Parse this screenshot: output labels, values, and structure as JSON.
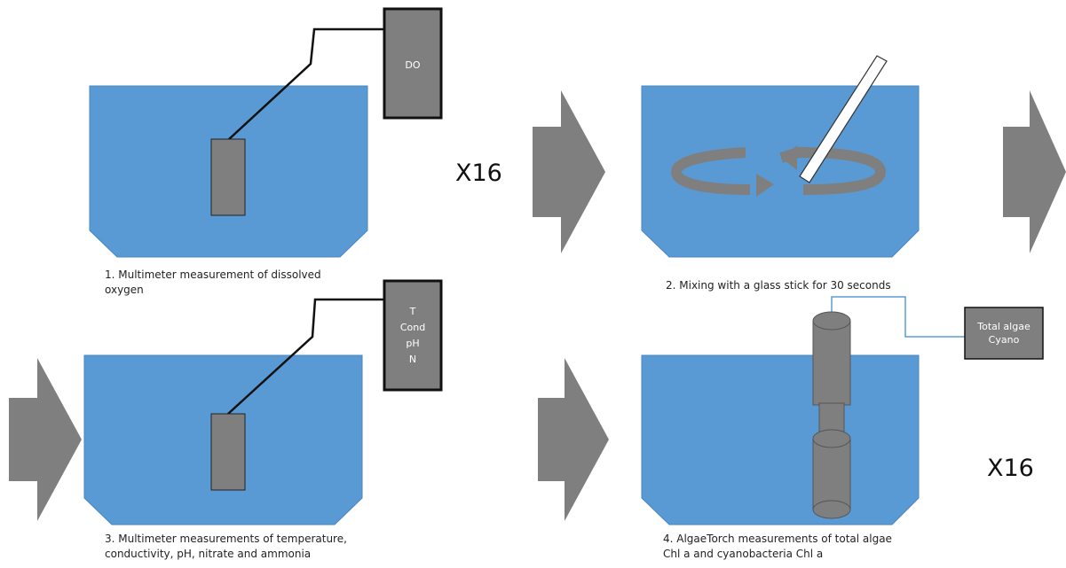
{
  "colors": {
    "water": "#5a9ad4",
    "water_stroke": "#4a86be",
    "probe": "#7f7f7f",
    "arrow": "#7f7f7f",
    "wire": "#111111",
    "sensor_link": "#5b9bd5"
  },
  "steps": [
    {
      "caption": "1. Multimeter measurement of dissolved oxygen",
      "meter_lines": [
        "DO"
      ]
    },
    {
      "caption": "2. Mixing with a glass stick for 30 seconds"
    },
    {
      "caption": "3. Multimeter measurements of temperature, conductivity, pH, nitrate and ammonia",
      "meter_lines": [
        "T",
        "Cond",
        "pH",
        "N"
      ]
    },
    {
      "caption": "4. AlgaeTorch measurements of total algae Chl a and cyanobacteria Chl a",
      "sensor_lines": [
        "Total algae",
        "Cyano"
      ]
    }
  ],
  "repeat_labels": [
    "X16",
    "X16"
  ]
}
